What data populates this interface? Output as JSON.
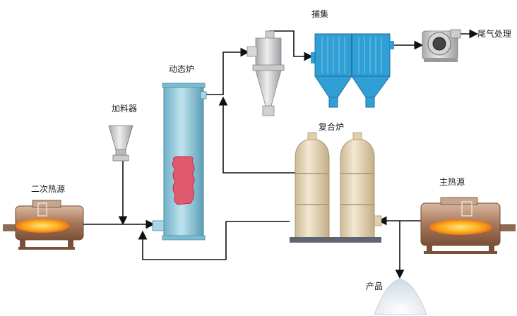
{
  "labels": {
    "capture": "捕集",
    "exhaust": "尾气处理",
    "dynamic_furnace": "动态炉",
    "feeder": "加料器",
    "composite_furnace": "复合炉",
    "secondary_heat": "二次热源",
    "main_heat": "主热源",
    "product": "产品"
  },
  "colors": {
    "column": "#8ec8dc",
    "filter": "#2f9fd6",
    "tank": "#e6d6b8",
    "burner_body": "#b08060",
    "flame": "#f5a020",
    "pipe": "#111111"
  }
}
